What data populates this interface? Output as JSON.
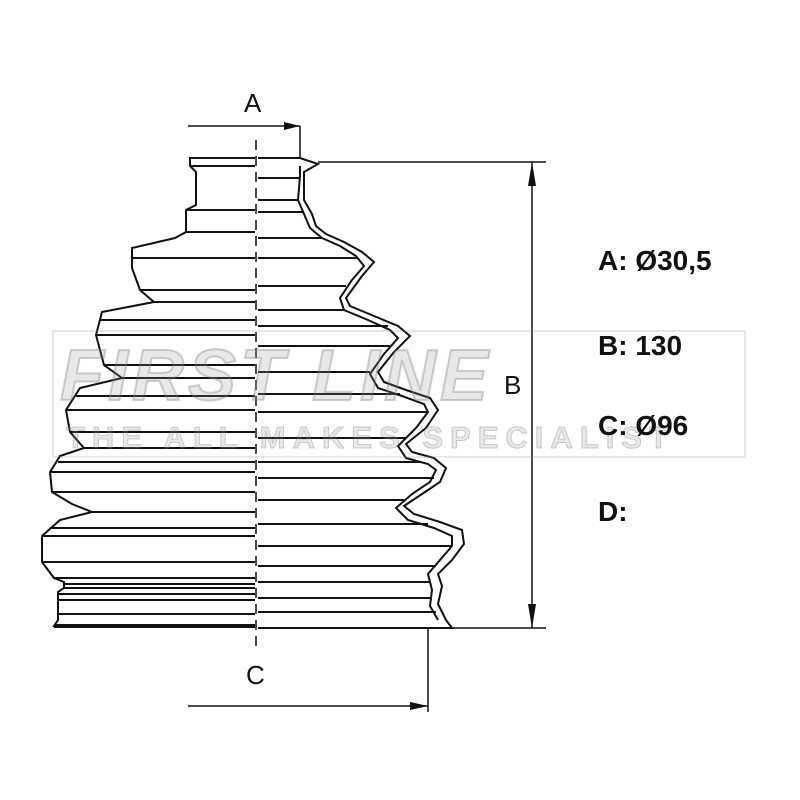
{
  "dimension_letters": {
    "a": "A",
    "b": "B",
    "c": "C"
  },
  "specs": {
    "a": "A: Ø30,5",
    "b": "B: 130",
    "c": "C: Ø96",
    "d": "D:"
  },
  "watermark": {
    "title": "FIRST LINE",
    "subtitle": "THE ALL MAKES SPECIALIST"
  }
}
